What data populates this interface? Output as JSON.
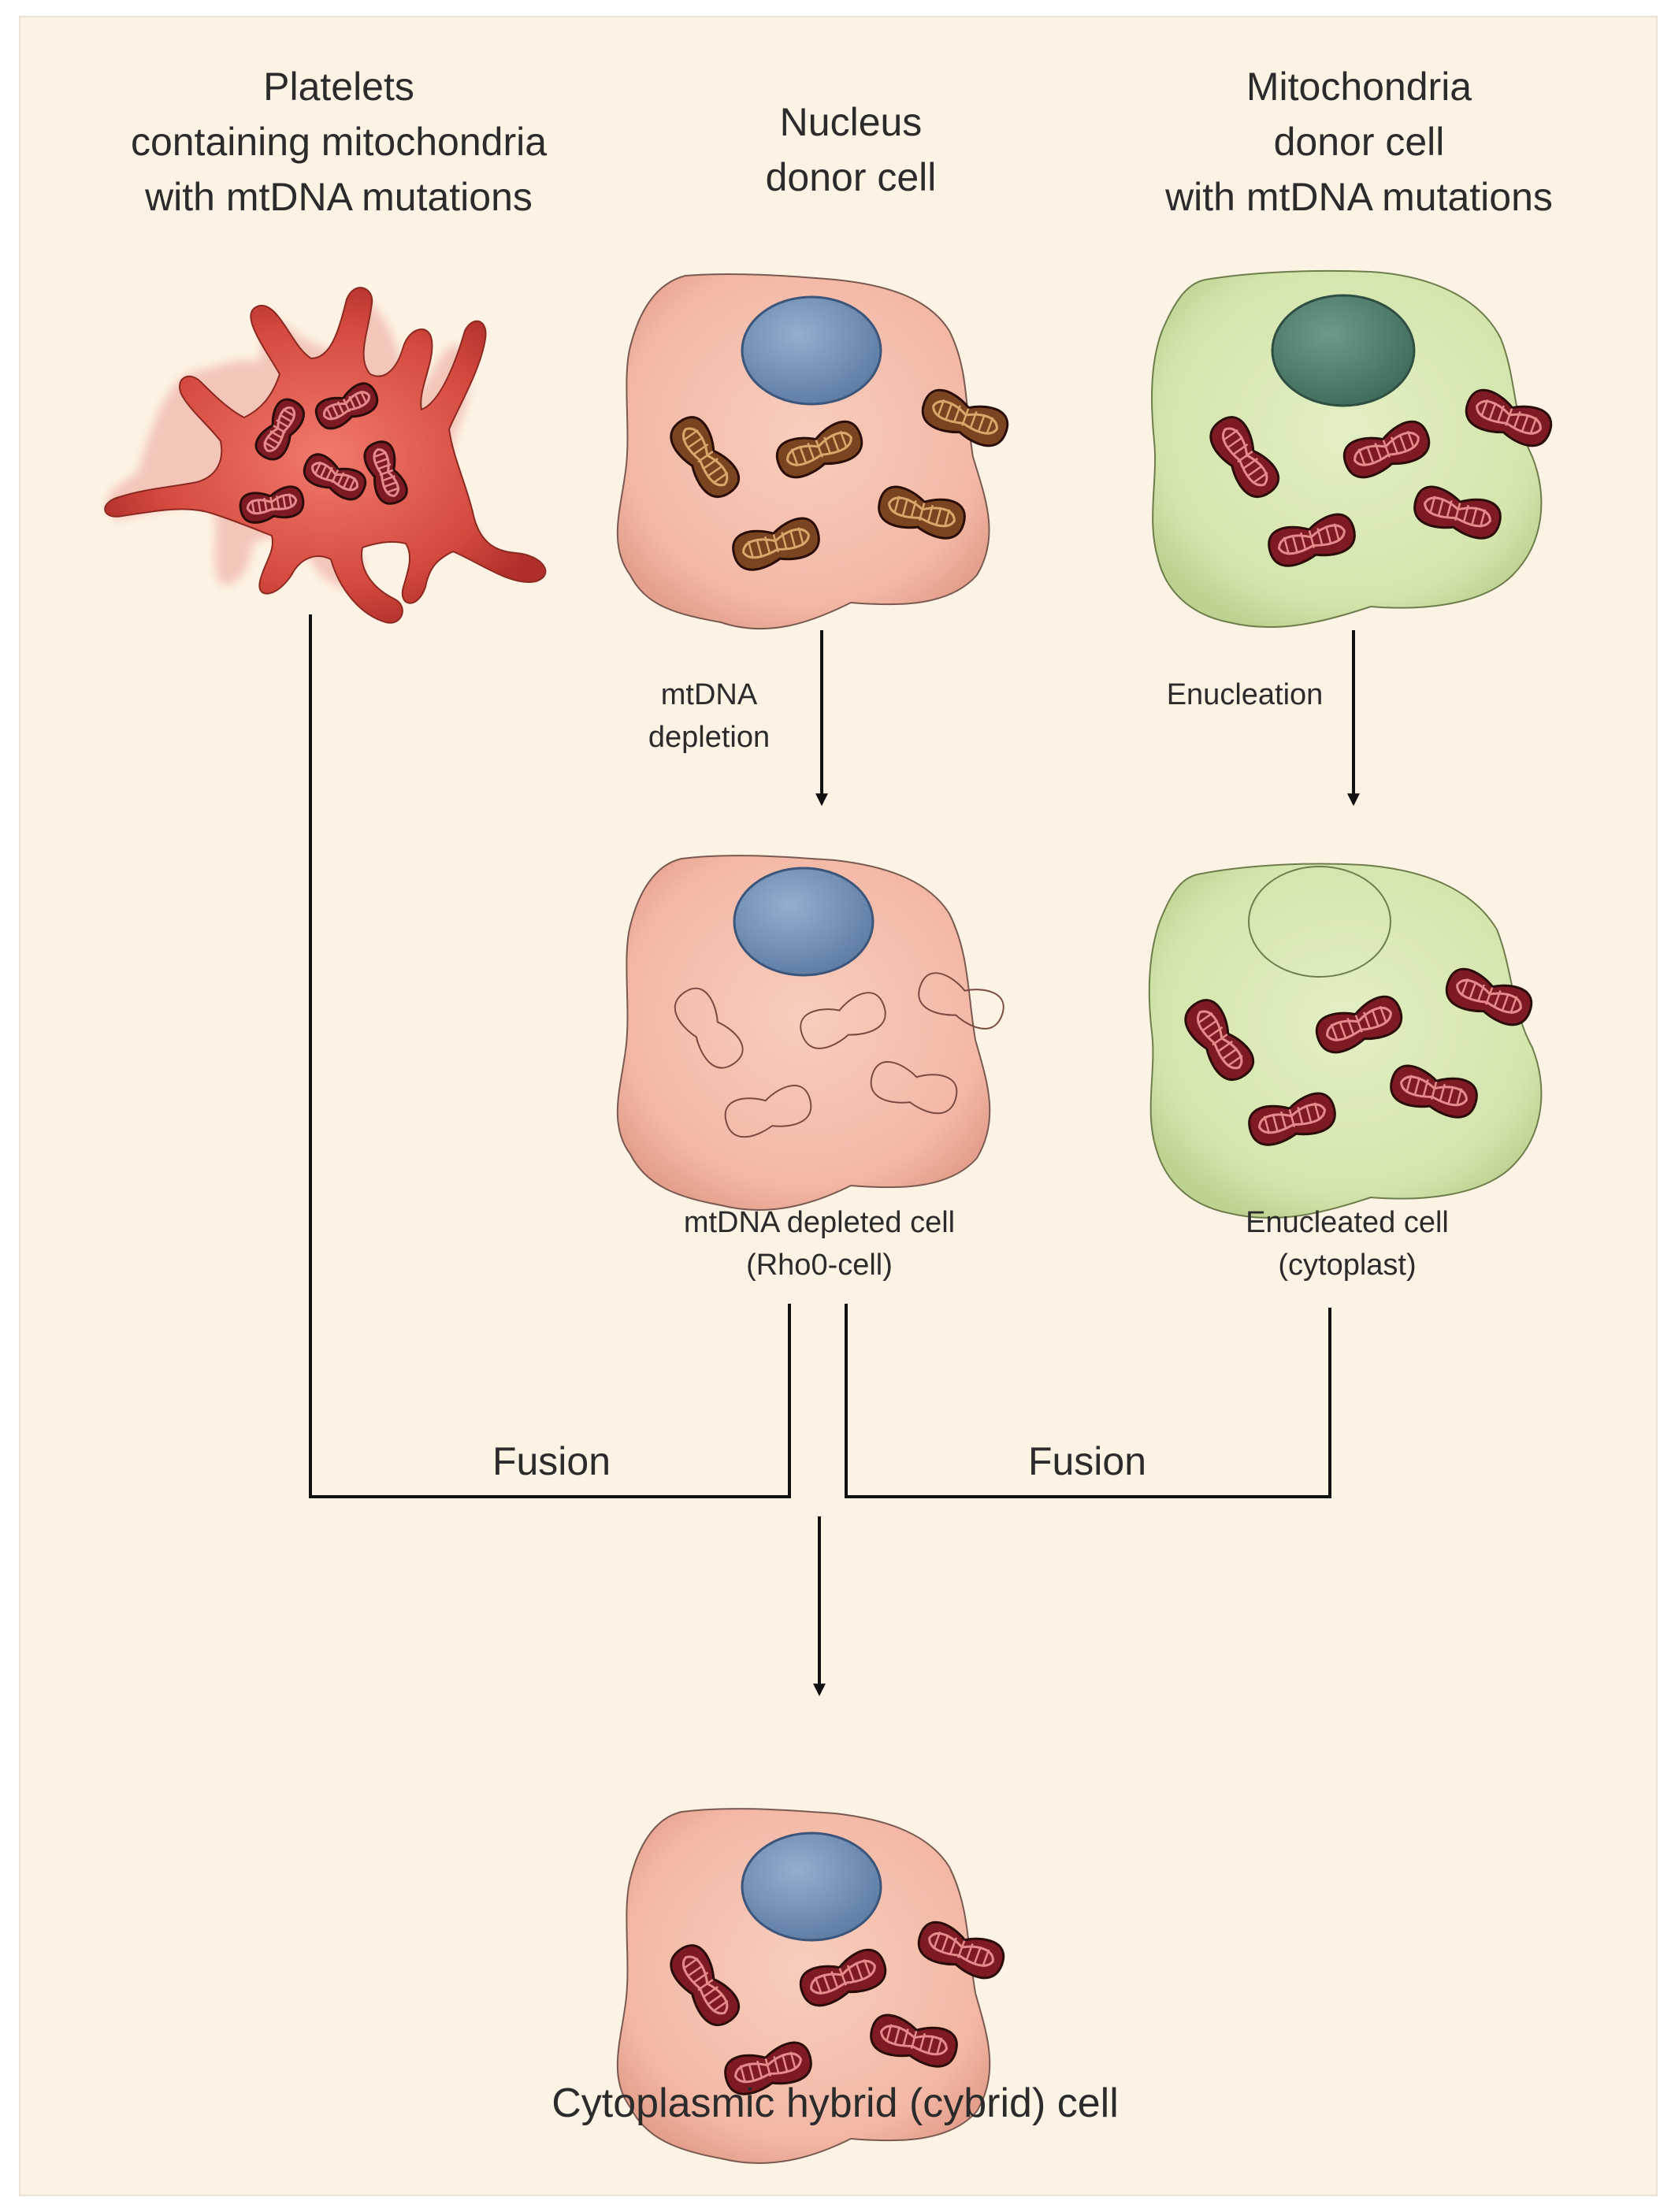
{
  "headers": {
    "platelets": [
      "Platelets",
      "containing mitochondria",
      "with mtDNA mutations"
    ],
    "nucleus_donor": [
      "Nucleus",
      "donor cell"
    ],
    "mito_donor": [
      "Mitochondria",
      "donor cell",
      "with mtDNA mutations"
    ]
  },
  "steps": {
    "depletion": [
      "mtDNA",
      "depletion"
    ],
    "enucleation": "Enucleation"
  },
  "results": {
    "rho0": [
      "mtDNA depleted cell",
      "(Rho0-cell)"
    ],
    "cytoplast": [
      "Enucleated cell",
      "(cytoplast)"
    ]
  },
  "fusion_left": "Fusion",
  "fusion_right": "Fusion",
  "final_label": "Cytoplasmic hybrid (cybrid) cell",
  "colors": {
    "background": "#fdf3e4",
    "pink_cell": "#f5bfae",
    "green_cell": "#d8e8b6",
    "nucleus_blue": "#6f8fb5",
    "nucleus_green": "#4a7a6a",
    "platelet": "#d9433c",
    "mito_healthy": "#7a4420",
    "mito_mutant": "#7e1a24"
  }
}
